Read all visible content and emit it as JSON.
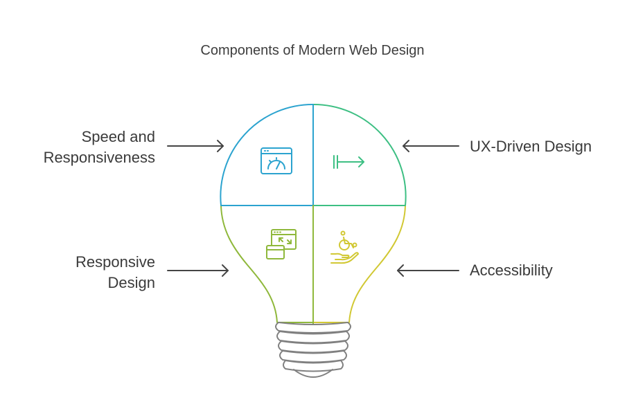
{
  "title": "Components of Modern Web Design",
  "components": [
    {
      "lines": [
        "Speed and",
        "Responsiveness"
      ],
      "color": "#2ba3cf",
      "icon": "speedometer-browser-icon"
    },
    {
      "lines": [
        "UX-Driven Design"
      ],
      "color": "#3dbf83",
      "icon": "arrow-to-bar-icon"
    },
    {
      "lines": [
        "Responsive",
        "Design"
      ],
      "color": "#8fb83b",
      "icon": "responsive-windows-icon"
    },
    {
      "lines": [
        "Accessibility"
      ],
      "color": "#d1c833",
      "icon": "hand-wheelchair-icon"
    }
  ],
  "colors": {
    "text": "#3a3a3a",
    "arrow": "#444444",
    "base": "#808080"
  }
}
